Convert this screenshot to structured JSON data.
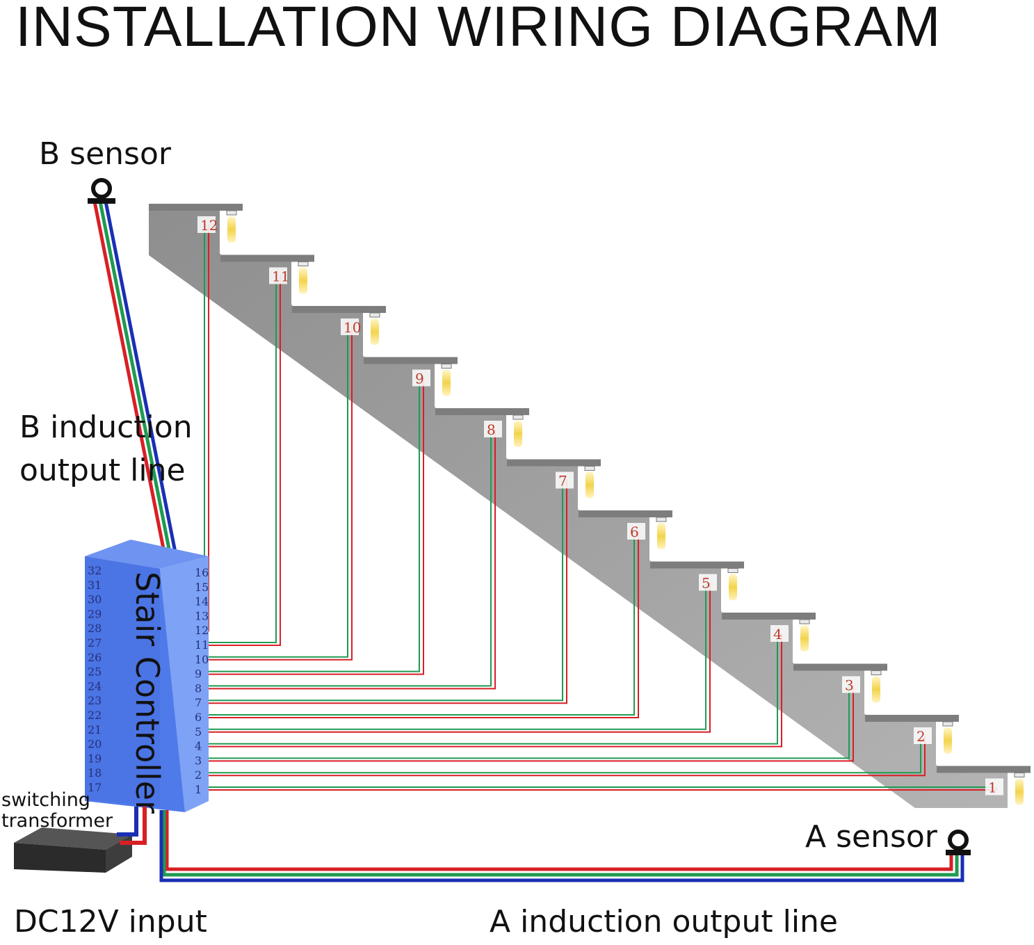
{
  "title": "INSTALLATION WIRING DIAGRAM",
  "labels": {
    "b_sensor": "B sensor",
    "b_induction_line1": "B induction",
    "b_induction_line2": "output line",
    "a_sensor": "A sensor",
    "a_induction": "A induction output line",
    "dc_input": "DC12V input",
    "switching_line1": "switching",
    "switching_line2": "transformer"
  },
  "controller": {
    "name": "Stair Controller",
    "left_ports": [
      "32",
      "31",
      "30",
      "29",
      "28",
      "27",
      "26",
      "25",
      "24",
      "23",
      "22",
      "21",
      "20",
      "19",
      "18",
      "17"
    ],
    "right_ports": [
      "16",
      "15",
      "14",
      "13",
      "12",
      "11",
      "10",
      "9",
      "8",
      "7",
      "6",
      "5",
      "4",
      "3",
      "2",
      "1"
    ]
  },
  "steps": [
    "1",
    "2",
    "3",
    "4",
    "5",
    "6",
    "7",
    "8",
    "9",
    "10",
    "11",
    "12"
  ],
  "colors": {
    "stair": "#9c9c9c",
    "controller": "#4f7bea",
    "wire_red": "#d81f26",
    "wire_green": "#1f9a52",
    "wire_blue": "#1a2fb5",
    "led": "#f3d34c"
  }
}
